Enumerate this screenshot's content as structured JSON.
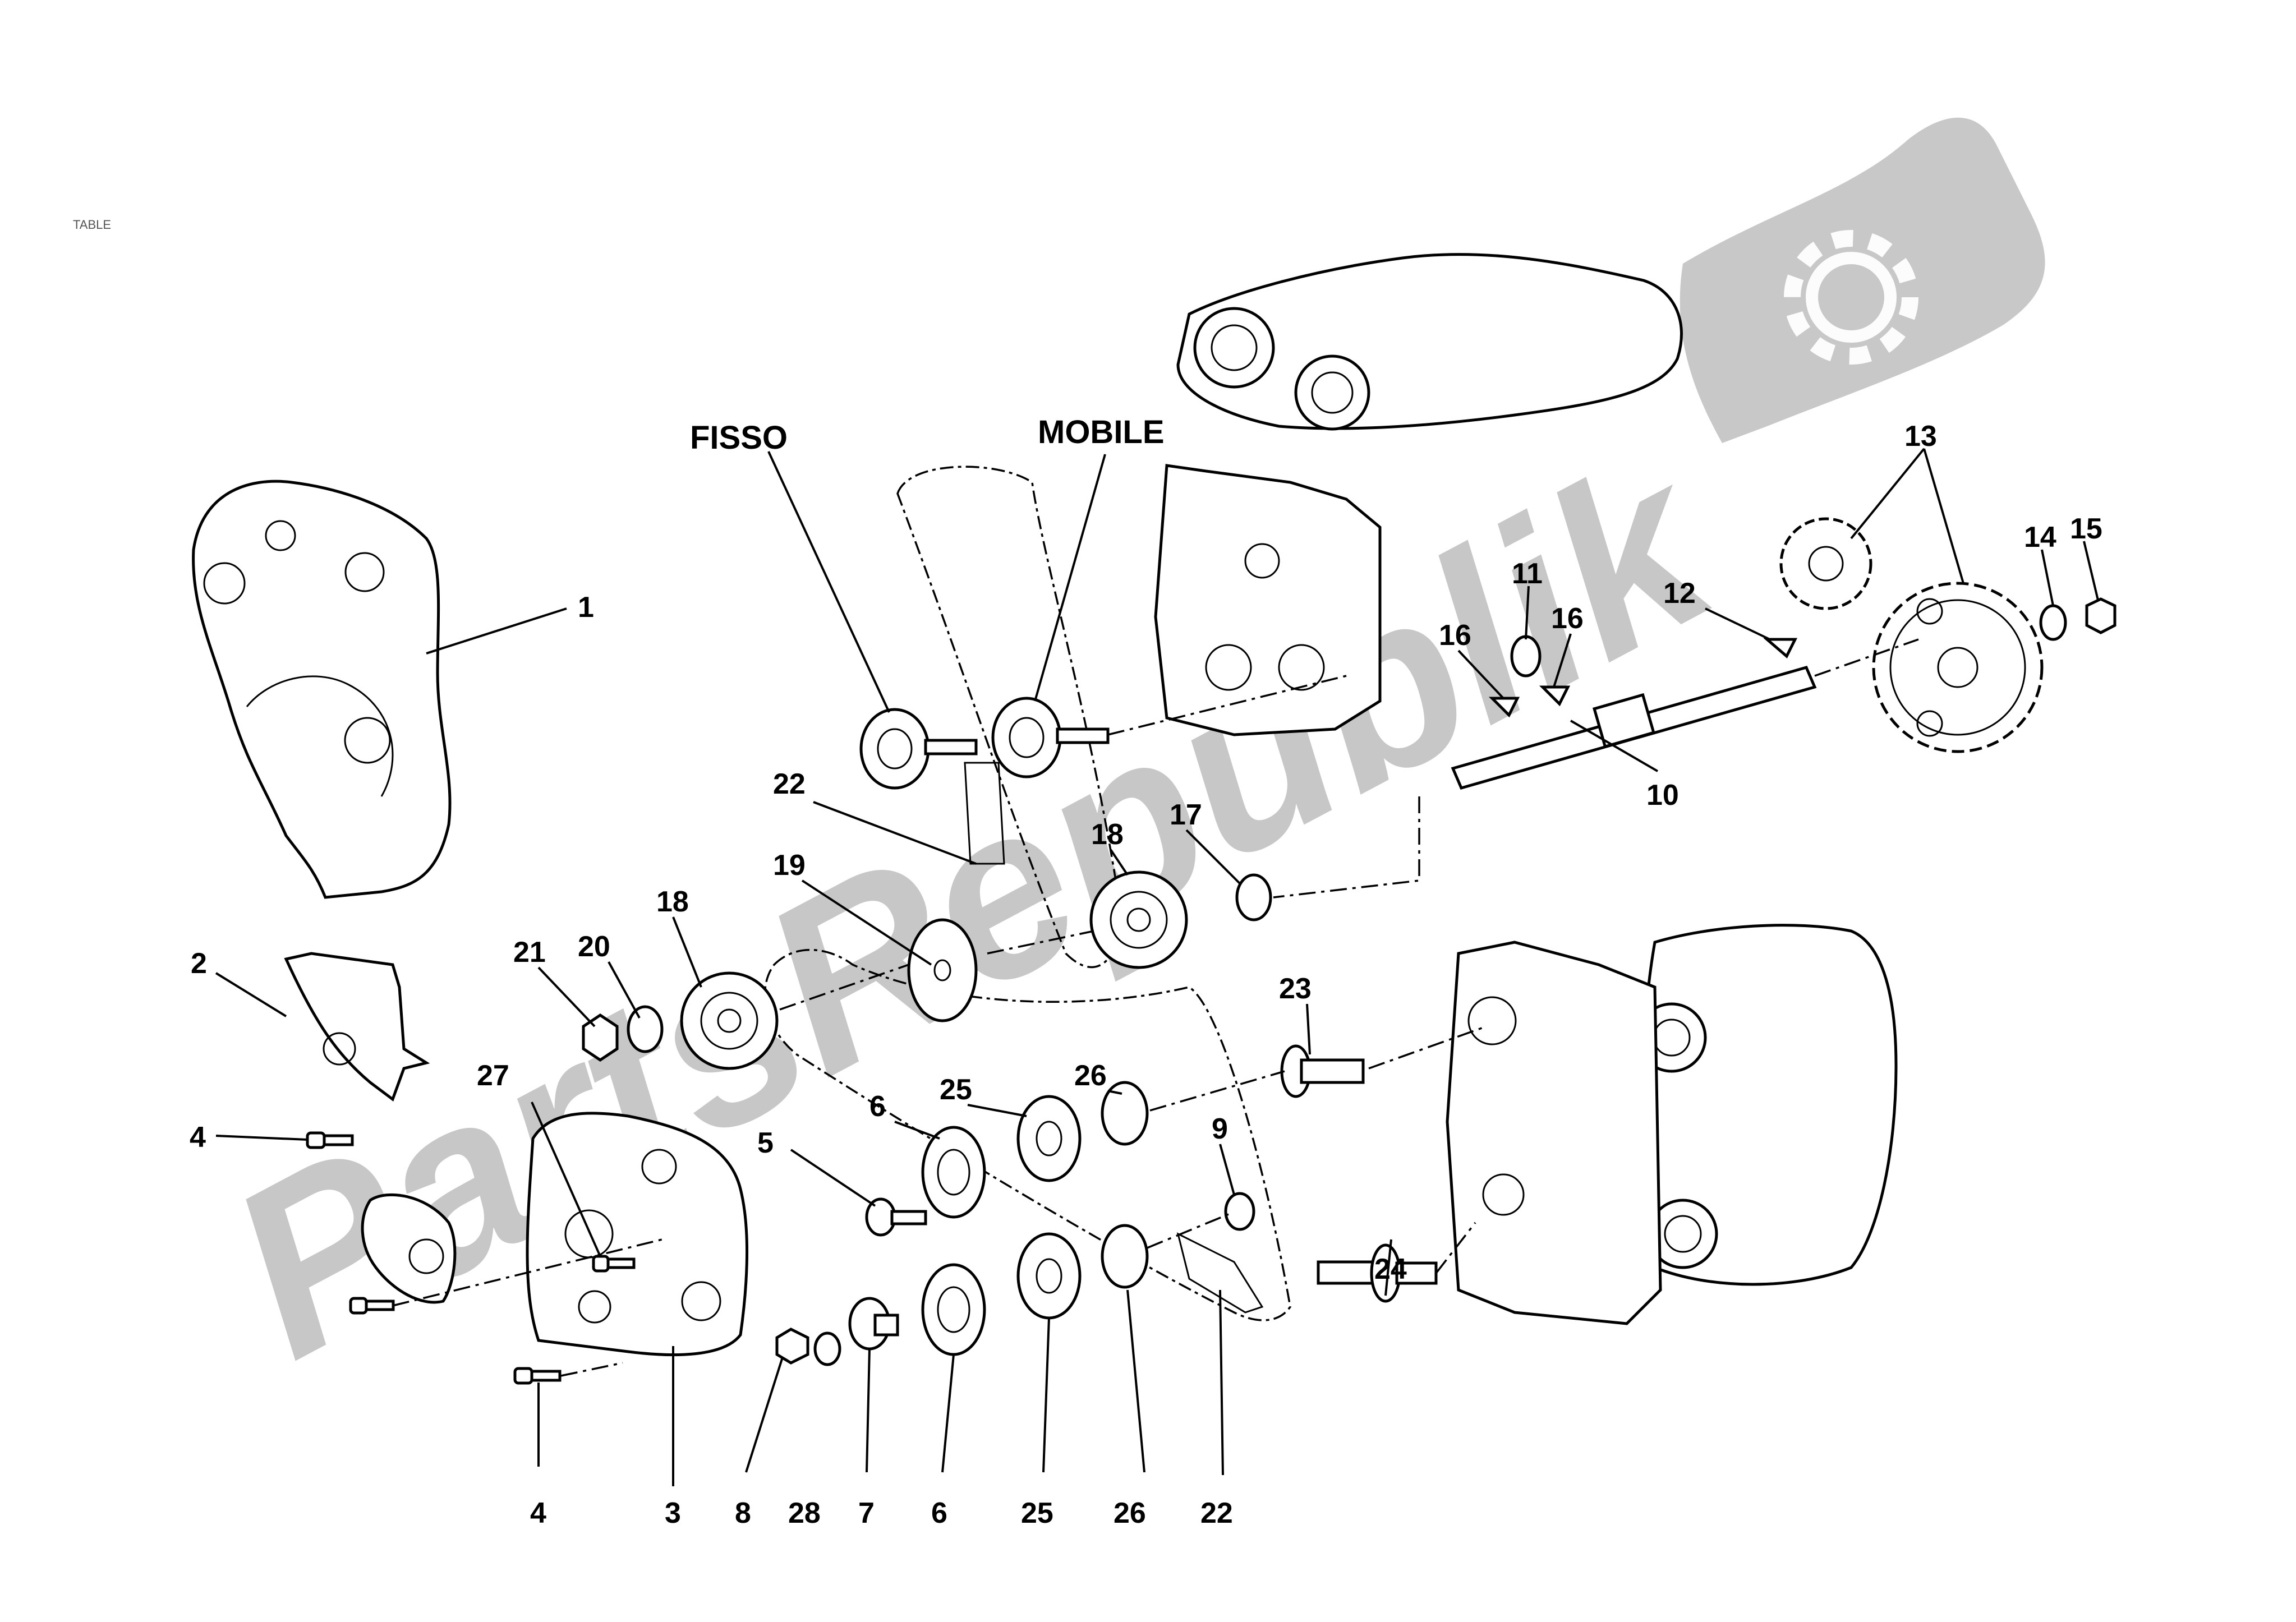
{
  "corner_note": "TABLE",
  "words": {
    "fisso": "FISSO",
    "mobile": "MOBILE"
  },
  "watermark": "PartsRepublik",
  "callouts": {
    "c1": "1",
    "c2": "2",
    "c3": "3",
    "c4a": "4",
    "c4b": "4",
    "c5": "5",
    "c6a": "6",
    "c6b": "6",
    "c7": "7",
    "c8": "8",
    "c9": "9",
    "c10": "10",
    "c11": "11",
    "c12": "12",
    "c13": "13",
    "c14": "14",
    "c15": "15",
    "c16a": "16",
    "c16b": "16",
    "c17": "17",
    "c18a": "18",
    "c18b": "18",
    "c19": "19",
    "c20": "20",
    "c21": "21",
    "c22a": "22",
    "c22b": "22",
    "c23": "23",
    "c24": "24",
    "c25a": "25",
    "c25b": "25",
    "c26a": "26",
    "c26b": "26",
    "c27": "27",
    "c28": "28"
  }
}
